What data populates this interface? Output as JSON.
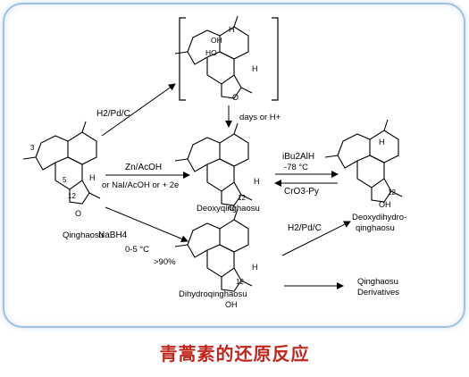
{
  "reagents": {
    "h2pdc_top": "H2/Pd/C",
    "days_or_h": "days  or H+",
    "zn_acoh": "Zn/AcOH",
    "nai_acoh": "or NaI/AcOH or + 2e",
    "nabh4": "NaBH4",
    "temp1": "0-5 °C",
    "yield1": ">90%",
    "ibu2alh": "iBu2AlH",
    "temp2": "-78 °C",
    "cro3py": "CrO3-Py",
    "h2pdc_right": "H2/Pd/C"
  },
  "compounds": {
    "qinghaosu": "Qinghaosu",
    "deoxy": "Deoxyqinghaosu",
    "dihydro": "Dihydroqinghaosu",
    "deoxydihydro_1": "Deoxydihydro-",
    "deoxydihydro_2": "qinghaosu",
    "derivs_1": "Qinghaosu",
    "derivs_2": "Derivatives"
  },
  "atoms": {
    "o": "O",
    "oh": "OH",
    "h": "H",
    "ho": "HO",
    "n3": "3",
    "n5": "5",
    "n12": "12"
  },
  "caption": "青蒿素的还原反应"
}
